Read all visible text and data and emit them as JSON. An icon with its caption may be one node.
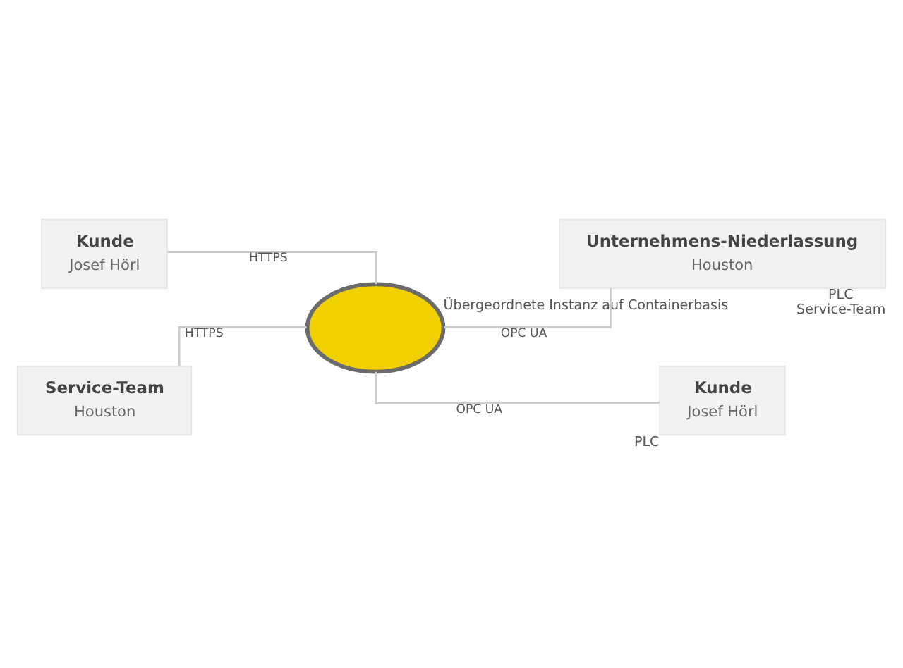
{
  "diagram": {
    "nodes": [
      {
        "text": [
          "Kunde",
          "Josef Hörl"
        ]
      },
      {
        "text": [
          "Service-Team",
          "Houston"
        ]
      },
      {
        "text": [],
        "shape": "cloud",
        "beside": [
          "Übergeordnete Instanz auf Containerbasis"
        ]
      },
      {
        "text": [
          "Unternehmens-Niederlassung",
          "Houston"
        ],
        "beside": [
          "PLC",
          "Service-Team"
        ]
      },
      {
        "text": [
          "Kunde",
          "Josef Hörl"
        ],
        "beside": [
          "PLC"
        ]
      }
    ],
    "edges": [
      {
        "from": 0,
        "to": 2,
        "arrow": "none",
        "label": "HTTPS"
      },
      {
        "from": 1,
        "to": 2,
        "arrow": "none",
        "label": "HTTPS"
      },
      {
        "from": 2,
        "to": 3,
        "arrow": "none",
        "label": "OPC UA"
      },
      {
        "from": 2,
        "to": 4,
        "arrow": "none",
        "label": "OPC UA"
      }
    ]
  }
}
